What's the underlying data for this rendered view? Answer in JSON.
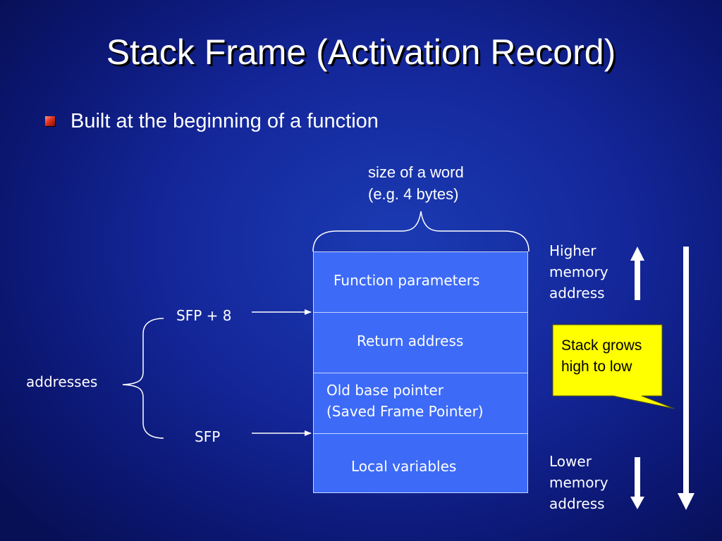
{
  "slide": {
    "title": "Stack Frame (Activation Record)",
    "bullet": "Built at the beginning of a function"
  },
  "diagram": {
    "word_size": {
      "line1": "size of a word",
      "line2": "(e.g. 4 bytes)"
    },
    "cells": [
      {
        "line1": "Function parameters"
      },
      {
        "line1": "Return address"
      },
      {
        "line1": "Old base pointer",
        "line2": "(Saved Frame Pointer)"
      },
      {
        "line1": "Local variables"
      }
    ],
    "higher_label": {
      "line1": "Higher",
      "line2": "memory",
      "line3": "address"
    },
    "lower_label": {
      "line1": "Lower",
      "line2": "memory",
      "line3": "address"
    },
    "sfp_plus_8": "SFP + 8",
    "sfp": "SFP",
    "addresses": "addresses",
    "callout": {
      "line1": "Stack grows",
      "line2": "high to low"
    }
  },
  "colors": {
    "background": "#14279a",
    "cell_fill": "#3d6bf7",
    "callout_fill": "#ffff00",
    "bullet": "#e0321e"
  },
  "icons": {
    "bullet": "red-square-bullet-icon",
    "up_arrow": "up-arrow-icon",
    "down_arrow": "down-arrow-icon"
  }
}
